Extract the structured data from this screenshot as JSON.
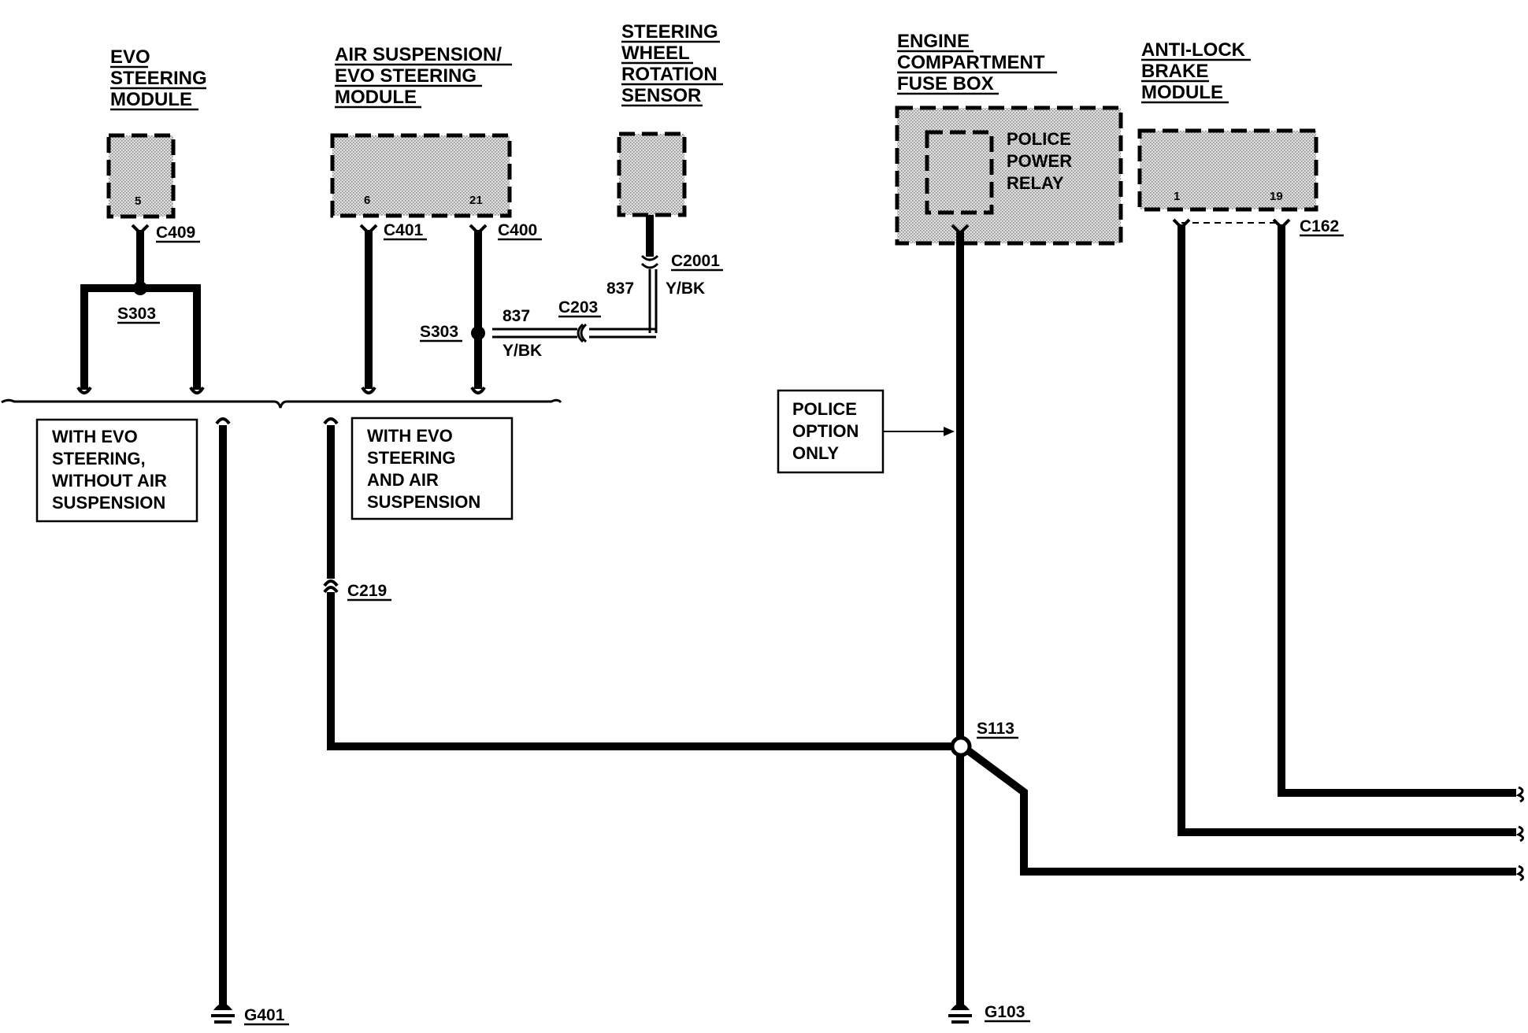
{
  "components": {
    "evo_module": {
      "title": [
        "EVO",
        "STEERING",
        "MODULE"
      ],
      "pin": "5",
      "connector": "C409"
    },
    "air_module": {
      "title": [
        "AIR SUSPENSION/",
        "EVO STEERING",
        "MODULE"
      ],
      "pins": [
        "6",
        "21"
      ],
      "connectors": [
        "C401",
        "C400"
      ]
    },
    "sensor": {
      "title": [
        "STEERING",
        "WHEEL",
        "ROTATION",
        "SENSOR"
      ],
      "connector": "C2001"
    },
    "fuse_box": {
      "title": [
        "ENGINE",
        "COMPARTMENT",
        "FUSE BOX"
      ],
      "relay": [
        "POLICE",
        "POWER",
        "RELAY"
      ]
    },
    "abs_module": {
      "title": [
        "ANTI-LOCK",
        "BRAKE",
        "MODULE"
      ],
      "pins": [
        "1",
        "19"
      ],
      "connector": "C162"
    }
  },
  "splices": {
    "left": "S303",
    "mid": "S303",
    "right": "S113"
  },
  "wire_837": {
    "circuit": "837",
    "color": "Y/BK",
    "connector": "C203",
    "upper_circuit": "837",
    "upper_color": "Y/BK"
  },
  "connectors": {
    "c219": "C219"
  },
  "grounds": {
    "left": "G401",
    "right": "G103"
  },
  "notes": {
    "note1": [
      "WITH EVO",
      "STEERING,",
      "WITHOUT AIR",
      "SUSPENSION"
    ],
    "note2": [
      "WITH EVO",
      "STEERING",
      "AND AIR",
      "SUSPENSION"
    ],
    "police": [
      "POLICE",
      "OPTION",
      "ONLY"
    ]
  }
}
